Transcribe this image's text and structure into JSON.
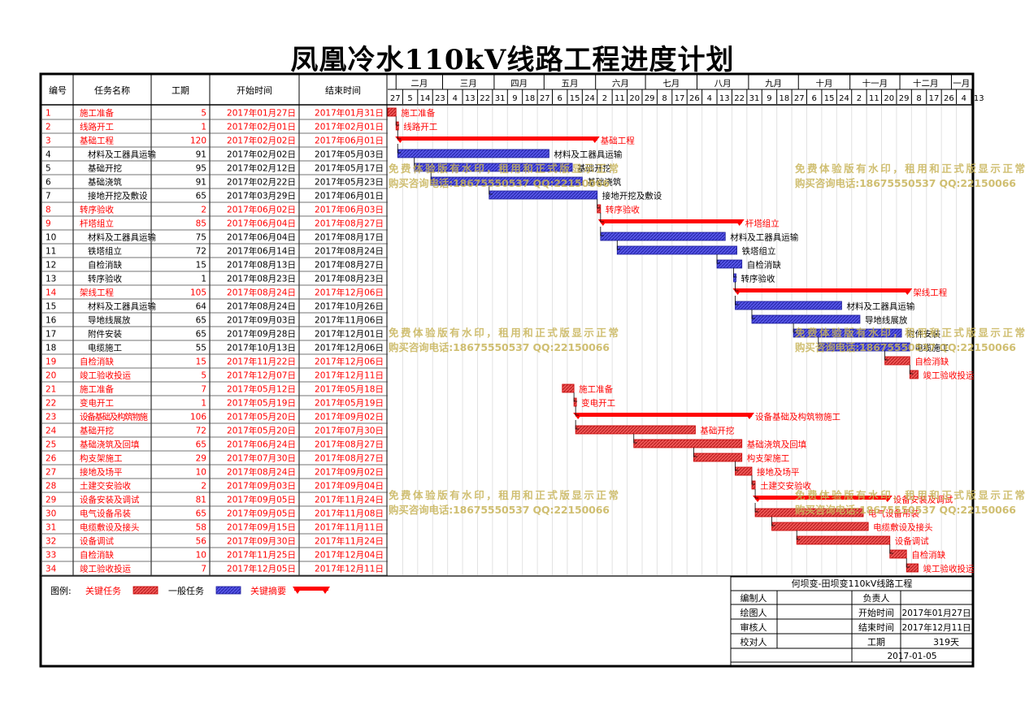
{
  "title": "凤凰冷水110kV线路工程进度计划",
  "headers": {
    "id": "编号",
    "name": "任务名称",
    "duration": "工期",
    "start": "开始时间",
    "end": "结束时间"
  },
  "months": [
    "二月",
    "三月",
    "四月",
    "五月",
    "六月",
    "七月",
    "八月",
    "九月",
    "十月",
    "十一月",
    "十二月",
    "一月"
  ],
  "week_ticks": [
    "27",
    "5",
    "14",
    "23",
    "4",
    "13",
    "22",
    "31",
    "9",
    "18",
    "27",
    "6",
    "15",
    "24",
    "2",
    "11",
    "20",
    "29",
    "8",
    "17",
    "26",
    "4",
    "13",
    "22",
    "31",
    "9",
    "18",
    "27",
    "6",
    "15",
    "24",
    "2",
    "11",
    "20",
    "29",
    "8",
    "17",
    "26",
    "4",
    "13"
  ],
  "colors": {
    "critical": "#ff0000",
    "normal": "#3333cc",
    "normal_fill": "#5555e6",
    "critical_fill": "#ee5555",
    "watermark": "#c8b45a"
  },
  "chart_data": {
    "type": "gantt",
    "start_date": "2017-01-27",
    "tasks": [
      {
        "id": "1",
        "name": "施工准备",
        "duration": "5",
        "start": "2017年01月27日",
        "end": "2017年01月31日",
        "kind": "critical",
        "label": "施工准备",
        "s": "2017-01-27",
        "e": "2017-01-31"
      },
      {
        "id": "2",
        "name": "线路开工",
        "duration": "1",
        "start": "2017年02月01日",
        "end": "2017年02月01日",
        "kind": "critical",
        "label": "线路开工",
        "s": "2017-02-01",
        "e": "2017-02-01"
      },
      {
        "id": "3",
        "name": "基础工程",
        "duration": "120",
        "start": "2017年02月02日",
        "end": "2017年06月01日",
        "kind": "summary",
        "label": "基础工程",
        "s": "2017-02-02",
        "e": "2017-06-01"
      },
      {
        "id": "4",
        "name": "材料及工器具运输",
        "duration": "91",
        "start": "2017年02月02日",
        "end": "2017年05月03日",
        "kind": "normal",
        "label": "材料及工器具运输",
        "s": "2017-02-02",
        "e": "2017-05-03"
      },
      {
        "id": "5",
        "name": "基础开挖",
        "duration": "95",
        "start": "2017年02月12日",
        "end": "2017年05月17日",
        "kind": "normal",
        "label": "基础开挖",
        "s": "2017-02-12",
        "e": "2017-05-17"
      },
      {
        "id": "6",
        "name": "基础浇筑",
        "duration": "91",
        "start": "2017年02月22日",
        "end": "2017年05月23日",
        "kind": "normal",
        "label": "基础浇筑",
        "s": "2017-02-22",
        "e": "2017-05-23"
      },
      {
        "id": "7",
        "name": "接地开挖及敷设",
        "duration": "65",
        "start": "2017年03月29日",
        "end": "2017年06月01日",
        "kind": "normal",
        "label": "接地开挖及敷设",
        "s": "2017-03-29",
        "e": "2017-06-01"
      },
      {
        "id": "8",
        "name": "转序验收",
        "duration": "2",
        "start": "2017年06月02日",
        "end": "2017年06月03日",
        "kind": "critical",
        "label": "转序验收",
        "s": "2017-06-02",
        "e": "2017-06-03"
      },
      {
        "id": "9",
        "name": "杆塔组立",
        "duration": "85",
        "start": "2017年06月04日",
        "end": "2017年08月27日",
        "kind": "summary",
        "label": "杆塔组立",
        "s": "2017-06-04",
        "e": "2017-08-27"
      },
      {
        "id": "10",
        "name": "材料及工器具运输",
        "duration": "75",
        "start": "2017年06月04日",
        "end": "2017年08月17日",
        "kind": "normal",
        "label": "材料及工器具运输",
        "s": "2017-06-04",
        "e": "2017-08-17"
      },
      {
        "id": "11",
        "name": "铁塔组立",
        "duration": "72",
        "start": "2017年06月14日",
        "end": "2017年08月24日",
        "kind": "normal",
        "label": "铁塔组立",
        "s": "2017-06-14",
        "e": "2017-08-24"
      },
      {
        "id": "12",
        "name": "自检消缺",
        "duration": "15",
        "start": "2017年08月13日",
        "end": "2017年08月27日",
        "kind": "normal",
        "label": "自检消缺",
        "s": "2017-08-13",
        "e": "2017-08-27"
      },
      {
        "id": "13",
        "name": "转序验收",
        "duration": "1",
        "start": "2017年08月23日",
        "end": "2017年08月23日",
        "kind": "normal",
        "label": "转序验收",
        "s": "2017-08-23",
        "e": "2017-08-23"
      },
      {
        "id": "14",
        "name": "架线工程",
        "duration": "105",
        "start": "2017年08月24日",
        "end": "2017年12月06日",
        "kind": "summary",
        "label": "架线工程",
        "s": "2017-08-24",
        "e": "2017-12-06"
      },
      {
        "id": "15",
        "name": "材料及工器具运输",
        "duration": "64",
        "start": "2017年08月24日",
        "end": "2017年10月26日",
        "kind": "normal",
        "label": "材料及工器具运输",
        "s": "2017-08-24",
        "e": "2017-10-26"
      },
      {
        "id": "16",
        "name": "导地线展放",
        "duration": "65",
        "start": "2017年09月03日",
        "end": "2017年11月06日",
        "kind": "normal",
        "label": "导地线展放",
        "s": "2017-09-03",
        "e": "2017-11-06"
      },
      {
        "id": "17",
        "name": "附件安装",
        "duration": "65",
        "start": "2017年09月28日",
        "end": "2017年12月01日",
        "kind": "normal",
        "label": "附件安装",
        "s": "2017-09-28",
        "e": "2017-12-01"
      },
      {
        "id": "18",
        "name": "电缆施工",
        "duration": "55",
        "start": "2017年10月13日",
        "end": "2017年12月06日",
        "kind": "normal",
        "label": "电缆施工",
        "s": "2017-10-13",
        "e": "2017-12-06"
      },
      {
        "id": "19",
        "name": "自检消缺",
        "duration": "15",
        "start": "2017年11月22日",
        "end": "2017年12月06日",
        "kind": "critical",
        "label": "自检消缺",
        "s": "2017-11-22",
        "e": "2017-12-06"
      },
      {
        "id": "20",
        "name": "竣工验收投运",
        "duration": "5",
        "start": "2017年12月07日",
        "end": "2017年12月11日",
        "kind": "critical",
        "label": "竣工验收投运",
        "s": "2017-12-07",
        "e": "2017-12-11"
      },
      {
        "id": "21",
        "name": "施工准备",
        "duration": "7",
        "start": "2017年05月12日",
        "end": "2017年05月18日",
        "kind": "critical",
        "label": "施工准备",
        "s": "2017-05-12",
        "e": "2017-05-18"
      },
      {
        "id": "22",
        "name": "变电开工",
        "duration": "1",
        "start": "2017年05月19日",
        "end": "2017年05月19日",
        "kind": "critical",
        "label": "变电开工",
        "s": "2017-05-19",
        "e": "2017-05-19"
      },
      {
        "id": "23",
        "name": "设备基础及构筑物施",
        "duration": "106",
        "start": "2017年05月20日",
        "end": "2017年09月02日",
        "kind": "summary",
        "label": "设备基础及构筑物施工",
        "s": "2017-05-20",
        "e": "2017-09-02"
      },
      {
        "id": "24",
        "name": "基础开挖",
        "duration": "72",
        "start": "2017年05月20日",
        "end": "2017年07月30日",
        "kind": "critical",
        "label": "基础开挖",
        "s": "2017-05-20",
        "e": "2017-07-30"
      },
      {
        "id": "25",
        "name": "基础浇筑及回填",
        "duration": "65",
        "start": "2017年06月24日",
        "end": "2017年08月27日",
        "kind": "critical",
        "label": "基础浇筑及回填",
        "s": "2017-06-24",
        "e": "2017-08-27"
      },
      {
        "id": "26",
        "name": "构支架施工",
        "duration": "29",
        "start": "2017年07月30日",
        "end": "2017年08月27日",
        "kind": "critical",
        "label": "构支架施工",
        "s": "2017-07-30",
        "e": "2017-08-27"
      },
      {
        "id": "27",
        "name": "接地及场平",
        "duration": "10",
        "start": "2017年08月24日",
        "end": "2017年09月02日",
        "kind": "critical",
        "label": "接地及场平",
        "s": "2017-08-24",
        "e": "2017-09-02"
      },
      {
        "id": "28",
        "name": "土建交安验收",
        "duration": "2",
        "start": "2017年09月03日",
        "end": "2017年09月04日",
        "kind": "critical",
        "label": "土建交安验收",
        "s": "2017-09-03",
        "e": "2017-09-04"
      },
      {
        "id": "29",
        "name": "设备安装及调试",
        "duration": "81",
        "start": "2017年09月05日",
        "end": "2017年11月24日",
        "kind": "summary",
        "label": "设备安装及调试",
        "s": "2017-09-05",
        "e": "2017-11-24"
      },
      {
        "id": "30",
        "name": "电气设备吊装",
        "duration": "65",
        "start": "2017年09月05日",
        "end": "2017年11月08日",
        "kind": "critical",
        "label": "电气设备吊装",
        "s": "2017-09-05",
        "e": "2017-11-08"
      },
      {
        "id": "31",
        "name": "电缆敷设及接头",
        "duration": "58",
        "start": "2017年09月15日",
        "end": "2017年11月11日",
        "kind": "critical",
        "label": "电缆敷设及接头",
        "s": "2017-09-15",
        "e": "2017-11-11"
      },
      {
        "id": "32",
        "name": "设备调试",
        "duration": "56",
        "start": "2017年09月30日",
        "end": "2017年11月24日",
        "kind": "critical",
        "label": "设备调试",
        "s": "2017-09-30",
        "e": "2017-11-24"
      },
      {
        "id": "33",
        "name": "自检消缺",
        "duration": "10",
        "start": "2017年11月25日",
        "end": "2017年12月04日",
        "kind": "critical",
        "label": "自检消缺",
        "s": "2017-11-25",
        "e": "2017-12-04"
      },
      {
        "id": "34",
        "name": "竣工验收投运",
        "duration": "7",
        "start": "2017年12月05日",
        "end": "2017年12月11日",
        "kind": "critical",
        "label": "竣工验收投运",
        "s": "2017-12-05",
        "e": "2017-12-11"
      }
    ]
  },
  "legend": {
    "label": "图例:",
    "critical": "关键任务",
    "normal": "一般任务",
    "summary": "关键摘要"
  },
  "info": {
    "project": "何坝变-田坝变110kV线路工程",
    "editor_label": "编制人",
    "owner_label": "负责人",
    "drawer_label": "绘图人",
    "start_label": "开始时间",
    "start_value": "2017年01月27日",
    "reviewer_label": "审核人",
    "end_label": "结束时间",
    "end_value": "2017年12月11日",
    "checker_label": "校对人",
    "duration_label": "工期",
    "duration_value": "319天",
    "date": "2017-01-05"
  },
  "watermark": {
    "line1": "免费体验版有水印，租用和正式版显示正常",
    "line2": "购买咨询电话:18675550537 QQ:22150066"
  }
}
